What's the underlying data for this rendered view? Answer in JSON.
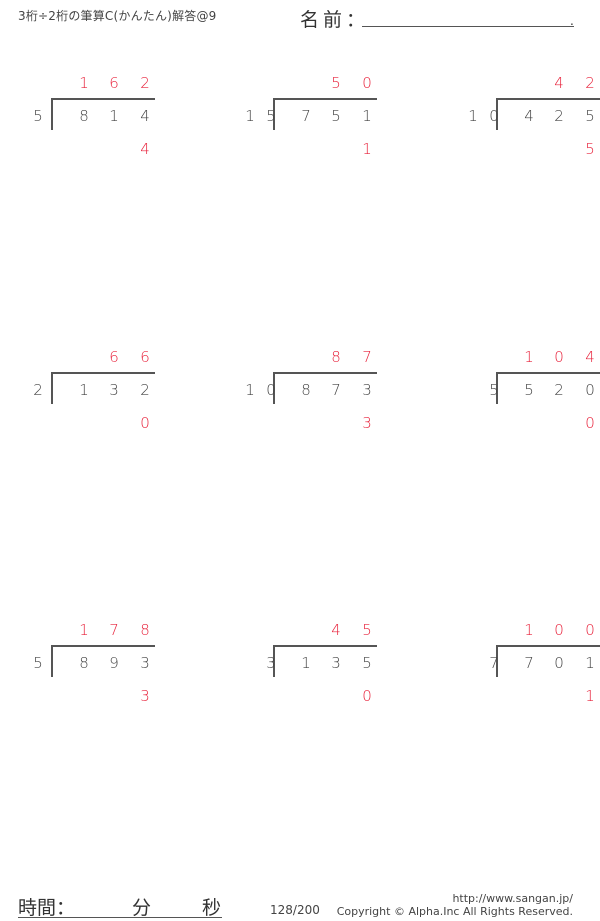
{
  "header": {
    "title": "3桁÷2桁の筆算C(かんたん)解答@9",
    "name_label": "名前：",
    "name_end": "."
  },
  "colors": {
    "answer": "#e8233c",
    "text": "#444444",
    "rule": "#555555"
  },
  "problems": [
    {
      "divisor": [
        "",
        "5"
      ],
      "dividend": [
        "8",
        "1",
        "4"
      ],
      "quotient": [
        "1",
        "6",
        "2"
      ],
      "remainder": "4"
    },
    {
      "divisor": [
        "1",
        "5"
      ],
      "dividend": [
        "7",
        "5",
        "1"
      ],
      "quotient": [
        "",
        "5",
        "0"
      ],
      "remainder": "1"
    },
    {
      "divisor": [
        "1",
        "0"
      ],
      "dividend": [
        "4",
        "2",
        "5"
      ],
      "quotient": [
        "",
        "4",
        "2"
      ],
      "remainder": "5"
    },
    {
      "divisor": [
        "",
        "2"
      ],
      "dividend": [
        "1",
        "3",
        "2"
      ],
      "quotient": [
        "",
        "6",
        "6"
      ],
      "remainder": "0"
    },
    {
      "divisor": [
        "1",
        "0"
      ],
      "dividend": [
        "8",
        "7",
        "3"
      ],
      "quotient": [
        "",
        "8",
        "7"
      ],
      "remainder": "3"
    },
    {
      "divisor": [
        "",
        "5"
      ],
      "dividend": [
        "5",
        "2",
        "0"
      ],
      "quotient": [
        "1",
        "0",
        "4"
      ],
      "remainder": "0"
    },
    {
      "divisor": [
        "",
        "5"
      ],
      "dividend": [
        "8",
        "9",
        "3"
      ],
      "quotient": [
        "1",
        "7",
        "8"
      ],
      "remainder": "3"
    },
    {
      "divisor": [
        "",
        "3"
      ],
      "dividend": [
        "1",
        "3",
        "5"
      ],
      "quotient": [
        "",
        "4",
        "5"
      ],
      "remainder": "0"
    },
    {
      "divisor": [
        "",
        "7"
      ],
      "dividend": [
        "7",
        "0",
        "1"
      ],
      "quotient": [
        "1",
        "0",
        "0"
      ],
      "remainder": "1"
    }
  ],
  "footer": {
    "time_label": "時間：",
    "minutes_label": "分",
    "seconds_label": "秒",
    "page": "128/200",
    "url": "http://www.sangan.jp/",
    "copyright": "Copyright © Alpha.Inc All Rights Reserved."
  }
}
